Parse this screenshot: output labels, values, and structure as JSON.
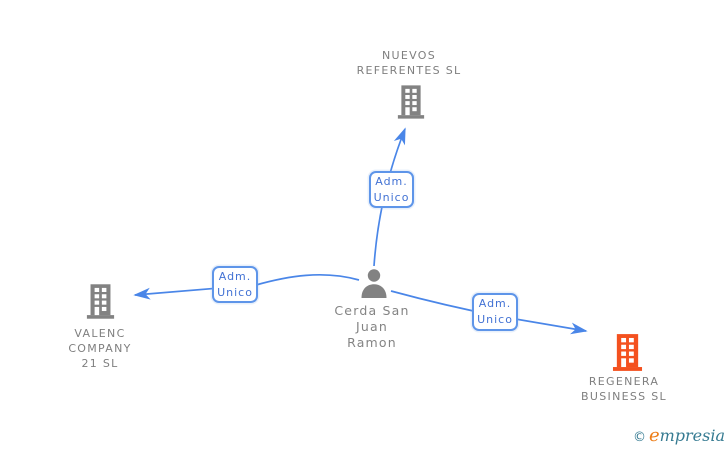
{
  "person": {
    "name": "Cerda San Juan Ramon",
    "lines": [
      "Cerda San",
      "Juan",
      "Ramon"
    ]
  },
  "companies": {
    "nuevos": {
      "name": "NUEVOS REFERENTES SL",
      "lines": [
        "NUEVOS",
        "REFERENTES SL"
      ]
    },
    "valenc": {
      "name": "VALENC COMPANY 21 SL",
      "lines": [
        "VALENC",
        "COMPANY",
        "21 SL"
      ]
    },
    "regenera": {
      "name": "REGENERA BUSINESS SL",
      "lines": [
        "REGENERA",
        "BUSINESS SL"
      ]
    }
  },
  "edges": {
    "to_nuevos": {
      "label_line1": "Adm.",
      "label_line2": "Unico"
    },
    "to_valenc": {
      "label_line1": "Adm.",
      "label_line2": "Unico"
    },
    "to_regenera": {
      "label_line1": "Adm.",
      "label_line2": "Unico"
    }
  },
  "watermark": {
    "copyright": "©",
    "brand_initial": "e",
    "brand_rest": "mpresia"
  },
  "colors": {
    "edge_blue": "#4a86e8",
    "edge_box_border": "#5e95e9",
    "edge_label_blue": "#4272d4",
    "icon_gray": "#828282",
    "label_gray": "#7f7f7f",
    "building_orange": "#f4511f",
    "logo_teal": "#367b92",
    "logo_orange": "#ed7d17"
  }
}
